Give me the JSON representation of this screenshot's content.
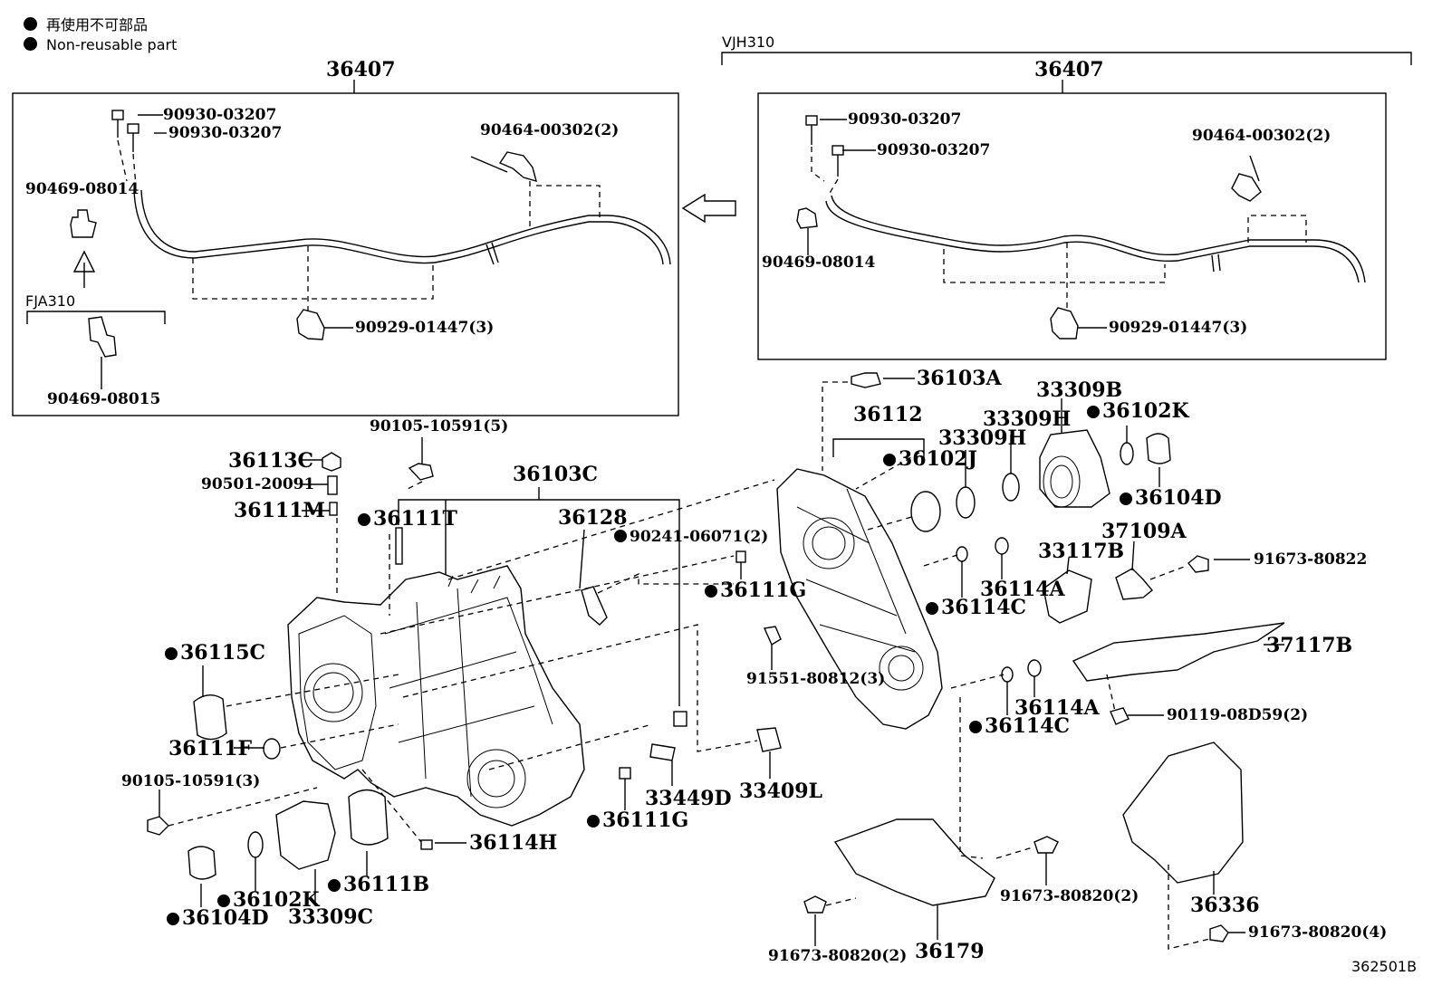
{
  "legend": [
    {
      "text": "再使用不可部品"
    },
    {
      "text": "Non-reusable part"
    }
  ],
  "variants": {
    "left_box": "FJA310",
    "right_box": "VJH310"
  },
  "diagram_code": "362501B",
  "parts": {
    "p36407_l": "36407",
    "p36407_r": "36407",
    "l_90930_a": "90930-03207",
    "l_90930_b": "90930-03207",
    "l_90464": "90464-00302(2)",
    "l_90469_a": "90469-08014",
    "l_90929": "90929-01447(3)",
    "l_90469_b": "90469-08015",
    "r_90930_a": "90930-03207",
    "r_90930_b": "90930-03207",
    "r_90464": "90464-00302(2)",
    "r_90469": "90469-08014",
    "r_90929": "90929-01447(3)",
    "p36103A": "36103A",
    "p33309B": "33309B",
    "p36102K_t": "36102K",
    "p36112": "36112",
    "p33309H_a": "33309H",
    "p33309H_b": "33309H",
    "p36102J": "36102J",
    "p36104D_t": "36104D",
    "p37109A": "37109A",
    "p91673_80822": "91673-80822",
    "p33117B": "33117B",
    "p36114A_t": "36114A",
    "p36114C_t": "36114C",
    "p37117B": "37117B",
    "p36114A_b": "36114A",
    "p36114C_b": "36114C",
    "p90119": "90119-08D59(2)",
    "p90105_5": "90105-10591(5)",
    "p36113C": "36113C",
    "p90501": "90501-20091",
    "p36111M": "36111M",
    "p36111T": "36111T",
    "p36103C": "36103C",
    "p36128": "36128",
    "p90241": "90241-06071(2)",
    "p36111G_t": "36111G",
    "p91551": "91551-80812(3)",
    "p36115C": "36115C",
    "p36111F": "36111F",
    "p90105_3": "90105-10591(3)",
    "p33449D": "33449D",
    "p33409L": "33409L",
    "p36111G_b": "36111G",
    "p36114H": "36114H",
    "p36111B": "36111B",
    "p36102K_b": "36102K",
    "p33309C": "33309C",
    "p36104D_b": "36104D",
    "p91673_80820_a": "91673-80820(2)",
    "p91673_80820_b": "91673-80820(2)",
    "p36179": "36179",
    "p36336": "36336",
    "p91673_80820_4": "91673-80820(4)"
  }
}
